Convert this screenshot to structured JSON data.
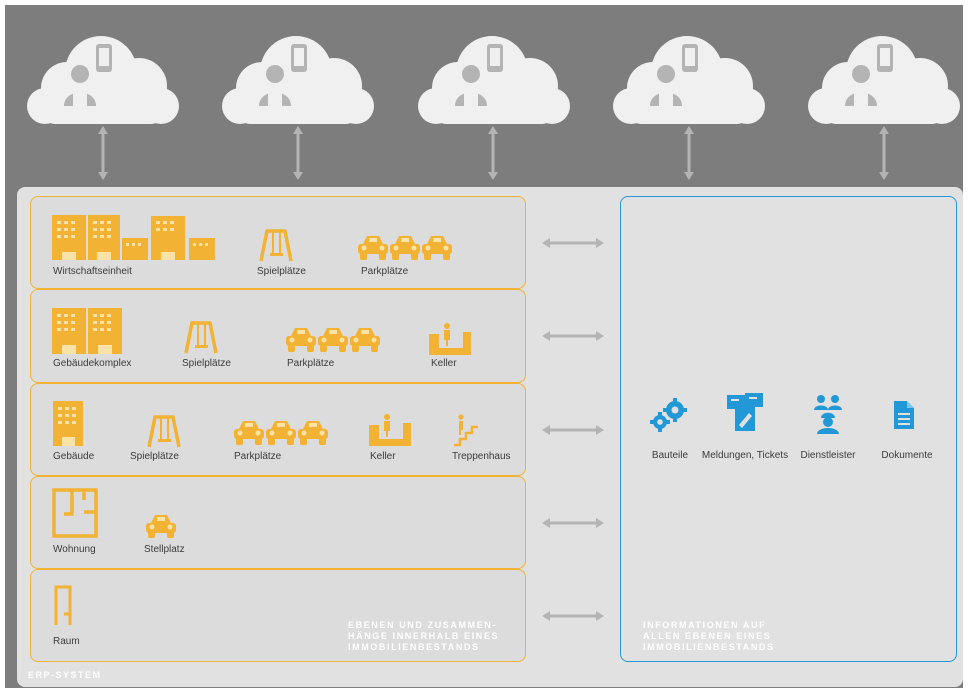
{
  "colors": {
    "background": "#7d7d7d",
    "cloud": "#f0f0f0",
    "person": "#b4b4b4",
    "level_accent": "#f2b233",
    "info_accent": "#2299d6",
    "erp_panel": "#e1e1e1",
    "arrow": "#b4b4b4"
  },
  "clouds": [
    {
      "icon": "cloud-user-phone"
    },
    {
      "icon": "cloud-user-phone"
    },
    {
      "icon": "cloud-user-phone"
    },
    {
      "icon": "cloud-user-phone"
    },
    {
      "icon": "cloud-user-phone"
    }
  ],
  "levels": [
    {
      "items": [
        {
          "label": "Wirtschaftseinheit",
          "icon": "building-group-icon"
        },
        {
          "label": "Spielplätze",
          "icon": "swing-icon"
        },
        {
          "label": "Parkplätze",
          "icon": "cars-icon"
        }
      ]
    },
    {
      "items": [
        {
          "label": "Gebäudekomplex",
          "icon": "building-complex-icon"
        },
        {
          "label": "Spielplätze",
          "icon": "swing-icon"
        },
        {
          "label": "Parkplätze",
          "icon": "cars-icon"
        },
        {
          "label": "Keller",
          "icon": "cellar-icon"
        }
      ]
    },
    {
      "items": [
        {
          "label": "Gebäude",
          "icon": "building-icon"
        },
        {
          "label": "Spielplätze",
          "icon": "swing-icon"
        },
        {
          "label": "Parkplätze",
          "icon": "cars-icon"
        },
        {
          "label": "Keller",
          "icon": "cellar-icon"
        },
        {
          "label": "Treppenhaus",
          "icon": "stairs-icon"
        }
      ]
    },
    {
      "items": [
        {
          "label": "Wohnung",
          "icon": "floorplan-icon"
        },
        {
          "label": "Stellplatz",
          "icon": "car-icon"
        }
      ]
    },
    {
      "items": [
        {
          "label": "Raum",
          "icon": "room-icon"
        }
      ]
    }
  ],
  "levels_caption": "EBENEN UND ZUSAMMEN-\nHÄNGE INNERHALB EINES\nIMMOBILIENBESTANDS",
  "info": {
    "caption": "INFORMATIONEN AUF\nALLEN EBENEN EINES\nIMMOBILIENBESTANDS",
    "items": [
      {
        "label": "Bauteile",
        "icon": "gears-icon"
      },
      {
        "label": "Meldungen,\nTickets",
        "icon": "tickets-icon"
      },
      {
        "label": "Dienstleister",
        "icon": "service-providers-icon"
      },
      {
        "label": "Dokumente",
        "icon": "document-icon"
      }
    ]
  },
  "erp_label": "ERP-SYSTEM"
}
